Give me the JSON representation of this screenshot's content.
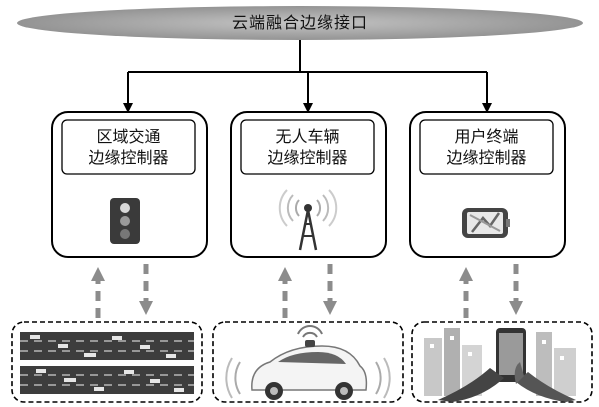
{
  "cloud_interface": {
    "label": "云端融合边缘接口"
  },
  "controllers": [
    {
      "line1": "区域交通",
      "line2": "边缘控制器",
      "icon": "traffic-light-icon"
    },
    {
      "line1": "无人车辆",
      "line2": "边缘控制器",
      "icon": "radio-tower-icon"
    },
    {
      "line1": "用户终端",
      "line2": "边缘控制器",
      "icon": "phone-map-icon"
    }
  ],
  "endpoints": [
    {
      "icon": "highway-traffic-icon"
    },
    {
      "icon": "autonomous-car-icon"
    },
    {
      "icon": "smartphone-city-icon"
    }
  ],
  "colors": {
    "cloud_fill": "#9a9a9a",
    "arrow_dashed": "#8c8c8c",
    "line": "#000000"
  }
}
